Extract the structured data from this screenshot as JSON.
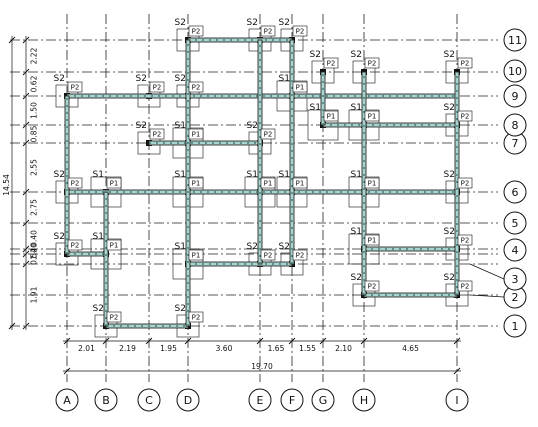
{
  "grid_columns": [
    "A",
    "B",
    "C",
    "D",
    "E",
    "F",
    "G",
    "H",
    "I"
  ],
  "grid_rows": [
    "1",
    "2",
    "3",
    "4",
    "5",
    "6",
    "7",
    "8",
    "9",
    "10",
    "11"
  ],
  "column_spacings": [
    "2.01",
    "2.19",
    "1.95",
    "3.60",
    "1.65",
    "1.55",
    "2.10",
    "4.65"
  ],
  "total_width": "19.70",
  "row_spacings": [
    {
      "text": "1.91",
      "from": "1",
      "to": "3"
    },
    {
      "text": "0.54",
      "from": "3",
      "to": "4"
    },
    {
      "text": "1.20",
      "from": "4",
      "to": "4b"
    },
    {
      "text": "0.40",
      "from": "4b",
      "to": "5"
    },
    {
      "text": "2.75",
      "from": "5",
      "to": "6"
    },
    {
      "text": "2.55",
      "from": "6",
      "to": "7"
    },
    {
      "text": "0.85",
      "from": "7",
      "to": "8"
    },
    {
      "text": "1.50",
      "from": "8",
      "to": "9"
    },
    {
      "text": "0.62",
      "from": "9",
      "to": "10"
    },
    {
      "text": "2.22",
      "from": "10",
      "to": "11"
    }
  ],
  "total_height": "14.54",
  "footings": [
    {
      "code": "S2",
      "col": "D",
      "row": "11"
    },
    {
      "code": "S2",
      "col": "E",
      "row": "11"
    },
    {
      "code": "S2",
      "col": "F",
      "row": "11"
    },
    {
      "code": "S2",
      "col": "A",
      "row": "9"
    },
    {
      "code": "S2",
      "col": "C",
      "row": "9"
    },
    {
      "code": "S2",
      "col": "D",
      "row": "9"
    },
    {
      "code": "S1",
      "col": "F",
      "row": "9"
    },
    {
      "code": "S2",
      "col": "G",
      "row": "10"
    },
    {
      "code": "S2",
      "col": "H",
      "row": "10"
    },
    {
      "code": "S2",
      "col": "I",
      "row": "10"
    },
    {
      "code": "S2",
      "col": "C",
      "row": "7"
    },
    {
      "code": "S1",
      "col": "D",
      "row": "7"
    },
    {
      "code": "S2",
      "col": "E",
      "row": "7"
    },
    {
      "code": "S1",
      "col": "G",
      "row": "8"
    },
    {
      "code": "S1",
      "col": "H",
      "row": "8"
    },
    {
      "code": "S2",
      "col": "I",
      "row": "8"
    },
    {
      "code": "S2",
      "col": "A",
      "row": "6"
    },
    {
      "code": "S1",
      "col": "B",
      "row": "6"
    },
    {
      "code": "S1",
      "col": "D",
      "row": "6"
    },
    {
      "code": "S1",
      "col": "E",
      "row": "6"
    },
    {
      "code": "S1",
      "col": "F",
      "row": "6"
    },
    {
      "code": "S1",
      "col": "H",
      "row": "6"
    },
    {
      "code": "S2",
      "col": "I",
      "row": "6"
    },
    {
      "code": "S2",
      "col": "A",
      "row": "4b"
    },
    {
      "code": "S1",
      "col": "B",
      "row": "4b"
    },
    {
      "code": "S1",
      "col": "H",
      "row": "4"
    },
    {
      "code": "S2",
      "col": "I",
      "row": "4"
    },
    {
      "code": "S1",
      "col": "D",
      "row": "3"
    },
    {
      "code": "S2",
      "col": "E",
      "row": "3"
    },
    {
      "code": "S2",
      "col": "F",
      "row": "3"
    },
    {
      "code": "S2",
      "col": "H",
      "row": "2"
    },
    {
      "code": "S2",
      "col": "I",
      "row": "2"
    },
    {
      "code": "S2",
      "col": "B",
      "row": "1"
    },
    {
      "code": "S2",
      "col": "D",
      "row": "1"
    }
  ],
  "beams": [
    {
      "axis": "row",
      "at": "11",
      "from": "D",
      "to": "F"
    },
    {
      "axis": "row",
      "at": "9",
      "from": "A",
      "to": "I"
    },
    {
      "axis": "row",
      "at": "7",
      "from": "C",
      "to": "E"
    },
    {
      "axis": "row",
      "at": "8",
      "from": "G",
      "to": "I"
    },
    {
      "axis": "row",
      "at": "6",
      "from": "A",
      "to": "I"
    },
    {
      "axis": "row",
      "at": "4b",
      "from": "A",
      "to": "B"
    },
    {
      "axis": "row",
      "at": "4",
      "from": "H",
      "to": "I"
    },
    {
      "axis": "row",
      "at": "3",
      "from": "D",
      "to": "F"
    },
    {
      "axis": "row",
      "at": "2",
      "from": "H",
      "to": "I"
    },
    {
      "axis": "row",
      "at": "1",
      "from": "B",
      "to": "D"
    },
    {
      "axis": "col",
      "at": "A",
      "from": "4b",
      "to": "9"
    },
    {
      "axis": "col",
      "at": "B",
      "from": "1",
      "to": "6"
    },
    {
      "axis": "col",
      "at": "D",
      "from": "1",
      "to": "11"
    },
    {
      "axis": "col",
      "at": "E",
      "from": "3",
      "to": "11"
    },
    {
      "axis": "col",
      "at": "F",
      "from": "3",
      "to": "11"
    },
    {
      "axis": "col",
      "at": "G",
      "from": "8",
      "to": "10"
    },
    {
      "axis": "col",
      "at": "H",
      "from": "2",
      "to": "10"
    },
    {
      "axis": "col",
      "at": "I",
      "from": "2",
      "to": "10"
    }
  ]
}
